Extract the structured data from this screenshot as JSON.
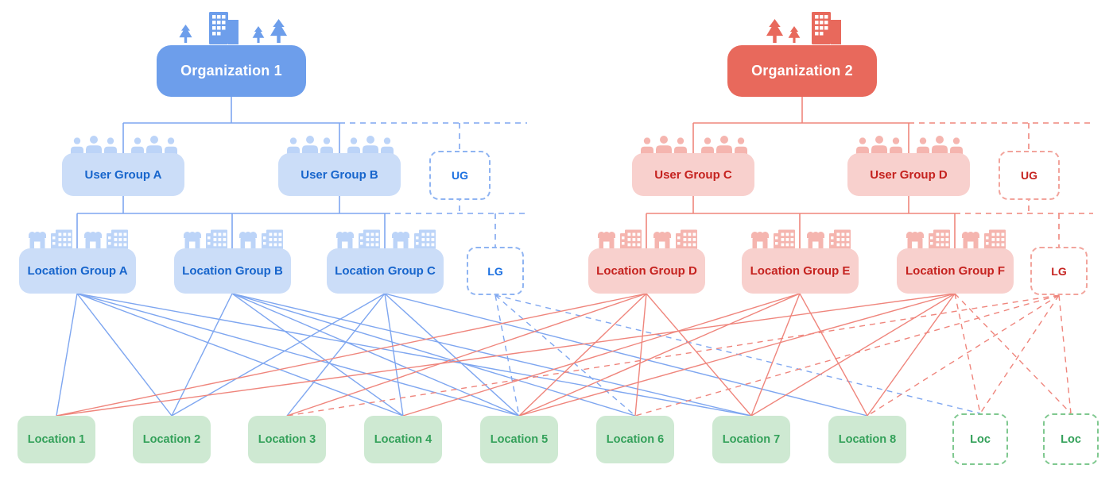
{
  "title": "Organizations, user groups, location groups and locations hierarchy",
  "palette": {
    "blue": "#6D9EEB",
    "blue_light": "#CBDDF8",
    "blue_text": "#1765CC",
    "blue_dash_text": "#1A6FE0",
    "blue_dash_border": "#8FB4F2",
    "blue_line": "#7EA6F0",
    "blue_icon": "#BCD4F8",
    "red": "#E8695C",
    "red_light": "#F8D0CD",
    "red_text": "#C5221F",
    "red_dash_border": "#F2A49C",
    "red_line": "#EF857C",
    "red_icon": "#F5B5AF",
    "green_light": "#CEE9D2",
    "green_text": "#34A15A",
    "green_border": "#7FC88F"
  },
  "nodes": {
    "org1": {
      "label": "Organization 1"
    },
    "org2": {
      "label": "Organization 2"
    },
    "ugA": {
      "label": "User Group A"
    },
    "ugB": {
      "label": "User Group B"
    },
    "ugdB": {
      "label": "UG"
    },
    "ugC": {
      "label": "User Group C"
    },
    "ugD": {
      "label": "User Group D"
    },
    "ugdR": {
      "label": "UG"
    },
    "lgA": {
      "label": "Location Group A"
    },
    "lgB": {
      "label": "Location Group B"
    },
    "lgC": {
      "label": "Location Group C"
    },
    "lgdB": {
      "label": "LG"
    },
    "lgD": {
      "label": "Location Group D"
    },
    "lgE": {
      "label": "Location Group E"
    },
    "lgF": {
      "label": "Location Group F"
    },
    "lgdR": {
      "label": "LG"
    },
    "loc1": {
      "label": "Location 1"
    },
    "loc2": {
      "label": "Location 2"
    },
    "loc3": {
      "label": "Location 3"
    },
    "loc4": {
      "label": "Location 4"
    },
    "loc5": {
      "label": "Location 5"
    },
    "loc6": {
      "label": "Location 6"
    },
    "loc7": {
      "label": "Location 7"
    },
    "loc8": {
      "label": "Location 8"
    },
    "locd1": {
      "label": "Loc"
    },
    "locd2": {
      "label": "Loc"
    }
  },
  "edges": {
    "blue_solid": [
      [
        "lgA",
        "loc1"
      ],
      [
        "lgA",
        "loc2"
      ],
      [
        "lgA",
        "loc4"
      ],
      [
        "lgA",
        "loc5"
      ],
      [
        "lgA",
        "loc7"
      ],
      [
        "lgB",
        "loc2"
      ],
      [
        "lgB",
        "loc4"
      ],
      [
        "lgB",
        "loc5"
      ],
      [
        "lgB",
        "loc6"
      ],
      [
        "lgB",
        "loc7"
      ],
      [
        "lgC",
        "loc2"
      ],
      [
        "lgC",
        "loc3"
      ],
      [
        "lgC",
        "loc4"
      ],
      [
        "lgC",
        "loc5"
      ],
      [
        "lgC",
        "loc8"
      ]
    ],
    "blue_dashed": [
      [
        "lgdB",
        "loc5"
      ],
      [
        "lgdB",
        "loc6"
      ],
      [
        "lgdB",
        "locd1"
      ]
    ],
    "red_solid": [
      [
        "lgD",
        "loc1"
      ],
      [
        "lgD",
        "loc3"
      ],
      [
        "lgD",
        "loc5"
      ],
      [
        "lgD",
        "loc6"
      ],
      [
        "lgD",
        "loc7"
      ],
      [
        "lgE",
        "loc4"
      ],
      [
        "lgE",
        "loc5"
      ],
      [
        "lgE",
        "loc7"
      ],
      [
        "lgE",
        "loc8"
      ],
      [
        "lgF",
        "loc1"
      ],
      [
        "lgF",
        "loc5"
      ],
      [
        "lgF",
        "loc7"
      ],
      [
        "lgF",
        "loc8"
      ]
    ],
    "red_dashed": [
      [
        "lgF",
        "locd1"
      ],
      [
        "lgF",
        "locd2"
      ],
      [
        "lgdR",
        "loc3"
      ],
      [
        "lgdR",
        "loc6"
      ],
      [
        "lgdR",
        "loc8"
      ],
      [
        "lgdR",
        "locd1"
      ],
      [
        "lgdR",
        "locd2"
      ]
    ]
  }
}
